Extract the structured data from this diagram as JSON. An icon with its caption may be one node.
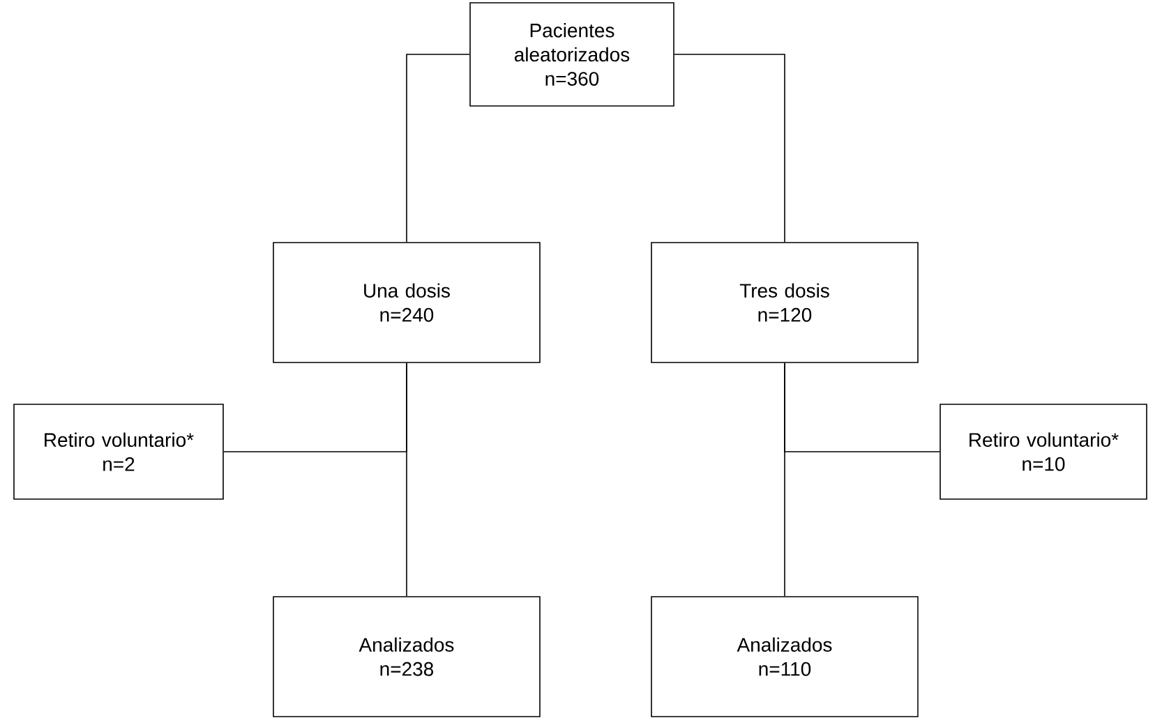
{
  "diagram": {
    "nodes": [
      {
        "text": [
          "Pacientes aleatorizados",
          "n=360"
        ]
      },
      {
        "text": [
          "Una dosis",
          "n=240"
        ]
      },
      {
        "text": [
          "Tres dosis",
          "n=120"
        ]
      },
      {
        "text": [
          "Retiro voluntario*",
          "n=2"
        ]
      },
      {
        "text": [
          "Retiro voluntario*",
          "n=10"
        ]
      },
      {
        "text": [
          "Analizados",
          "n=238"
        ]
      },
      {
        "text": [
          "Analizados",
          "n=110"
        ]
      }
    ],
    "edges": [
      {
        "from": 0,
        "to": 1,
        "arrow": "none"
      },
      {
        "from": 0,
        "to": 2,
        "arrow": "none"
      },
      {
        "from": 1,
        "to": 3,
        "arrow": "none"
      },
      {
        "from": 1,
        "to": 5,
        "arrow": "none"
      },
      {
        "from": 2,
        "to": 4,
        "arrow": "none"
      },
      {
        "from": 2,
        "to": 6,
        "arrow": "none"
      }
    ]
  }
}
